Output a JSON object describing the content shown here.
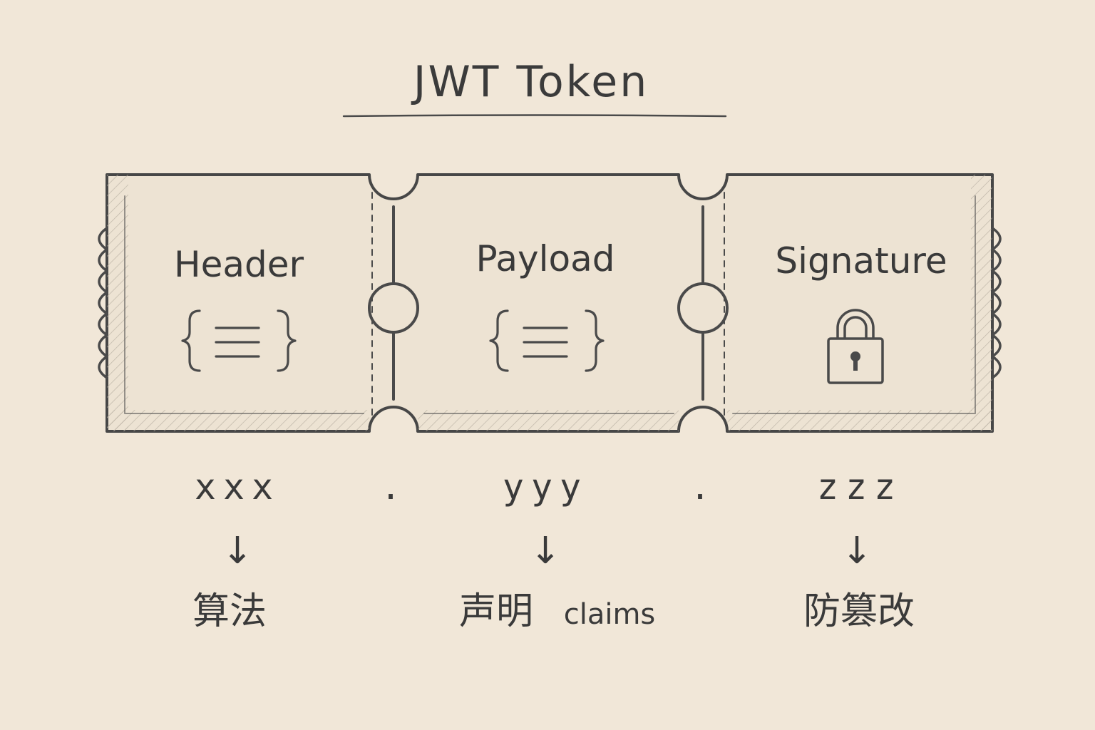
{
  "title": "JWT Token",
  "sections": [
    {
      "label": "Header",
      "icon": "json-braces-icon",
      "encoded": "xxx",
      "description": "算法",
      "description_en": ""
    },
    {
      "label": "Payload",
      "icon": "json-braces-icon",
      "encoded": "yyy",
      "description": "声明",
      "description_en": "claims"
    },
    {
      "label": "Signature",
      "icon": "padlock-icon",
      "encoded": "zzz",
      "description": "防篡改",
      "description_en": ""
    }
  ],
  "separator": ".",
  "arrow": "↓",
  "colors": {
    "paper": "#f1e7d8",
    "ink": "#4a4a4a"
  }
}
